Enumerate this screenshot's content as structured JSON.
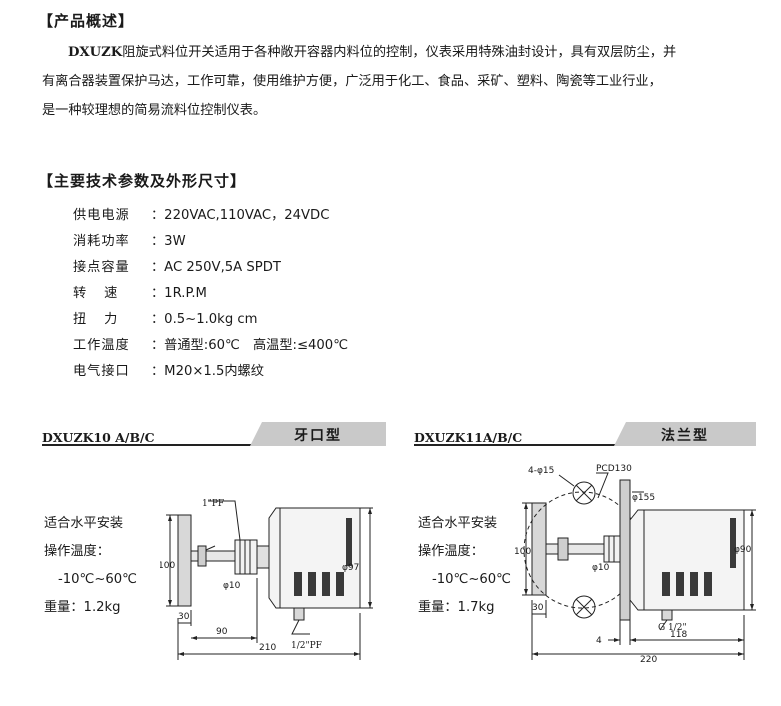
{
  "overview": {
    "title": "【产品概述】",
    "brand": "DXUZK",
    "line1_rest": "阻旋式料位开关适用于各种敞开容器内料位的控制，仪表采用特殊油封设计，具有双层防尘，并",
    "line2": "有离合器装置保护马达，工作可靠，使用维护方便，广泛用于化工、食品、采矿、塑料、陶瓷等工业行业，",
    "line3": "是一种较理想的简易流料位控制仪表。"
  },
  "specs": {
    "title": "【主要技术参数及外形尺寸】",
    "rows": [
      {
        "label": "供电电源",
        "value": "：220VAC,110VAC，24VDC"
      },
      {
        "label": "消耗功率",
        "value": "：3W"
      },
      {
        "label": "接点容量",
        "value": "：AC 250V,5A SPDT"
      },
      {
        "label": "转速",
        "value": "：1R.P.M"
      },
      {
        "label": "扭力",
        "value": "：0.5~1.0kg cm"
      },
      {
        "label": "工作温度",
        "value": "：普通型:60℃　高温型:≤400℃"
      },
      {
        "label": "电气接口",
        "value": "：M20×1.5内螺纹"
      }
    ]
  },
  "models": [
    {
      "model": "DXUZK10 A/B/C",
      "type": "牙口型",
      "install": "适合水平安装",
      "temp_label": "操作温度：",
      "temp_range": "-10℃~60℃",
      "weight": "重量：1.2kg",
      "dims": {
        "thread_top": "1\"PF",
        "thread_bottom": "1/2\"PF",
        "height": "100",
        "shaft": "φ10",
        "dia": "φ97",
        "d30": "30",
        "d90": "90",
        "d210": "210"
      }
    },
    {
      "model": "DXUZK11A/B/C",
      "type": "法兰型",
      "install": "适合水平安装",
      "temp_label": "操作温度：",
      "temp_range": "-10℃~60℃",
      "weight": "重量：1.7kg",
      "dims": {
        "holes": "4-φ15",
        "pcd": "PCD130",
        "flange": "φ155",
        "height": "100",
        "shaft": "φ10",
        "dia": "φ90",
        "thread_bottom": "G 1/2\"",
        "d30": "30",
        "d4": "4",
        "d118": "118",
        "d220": "220"
      }
    }
  ]
}
